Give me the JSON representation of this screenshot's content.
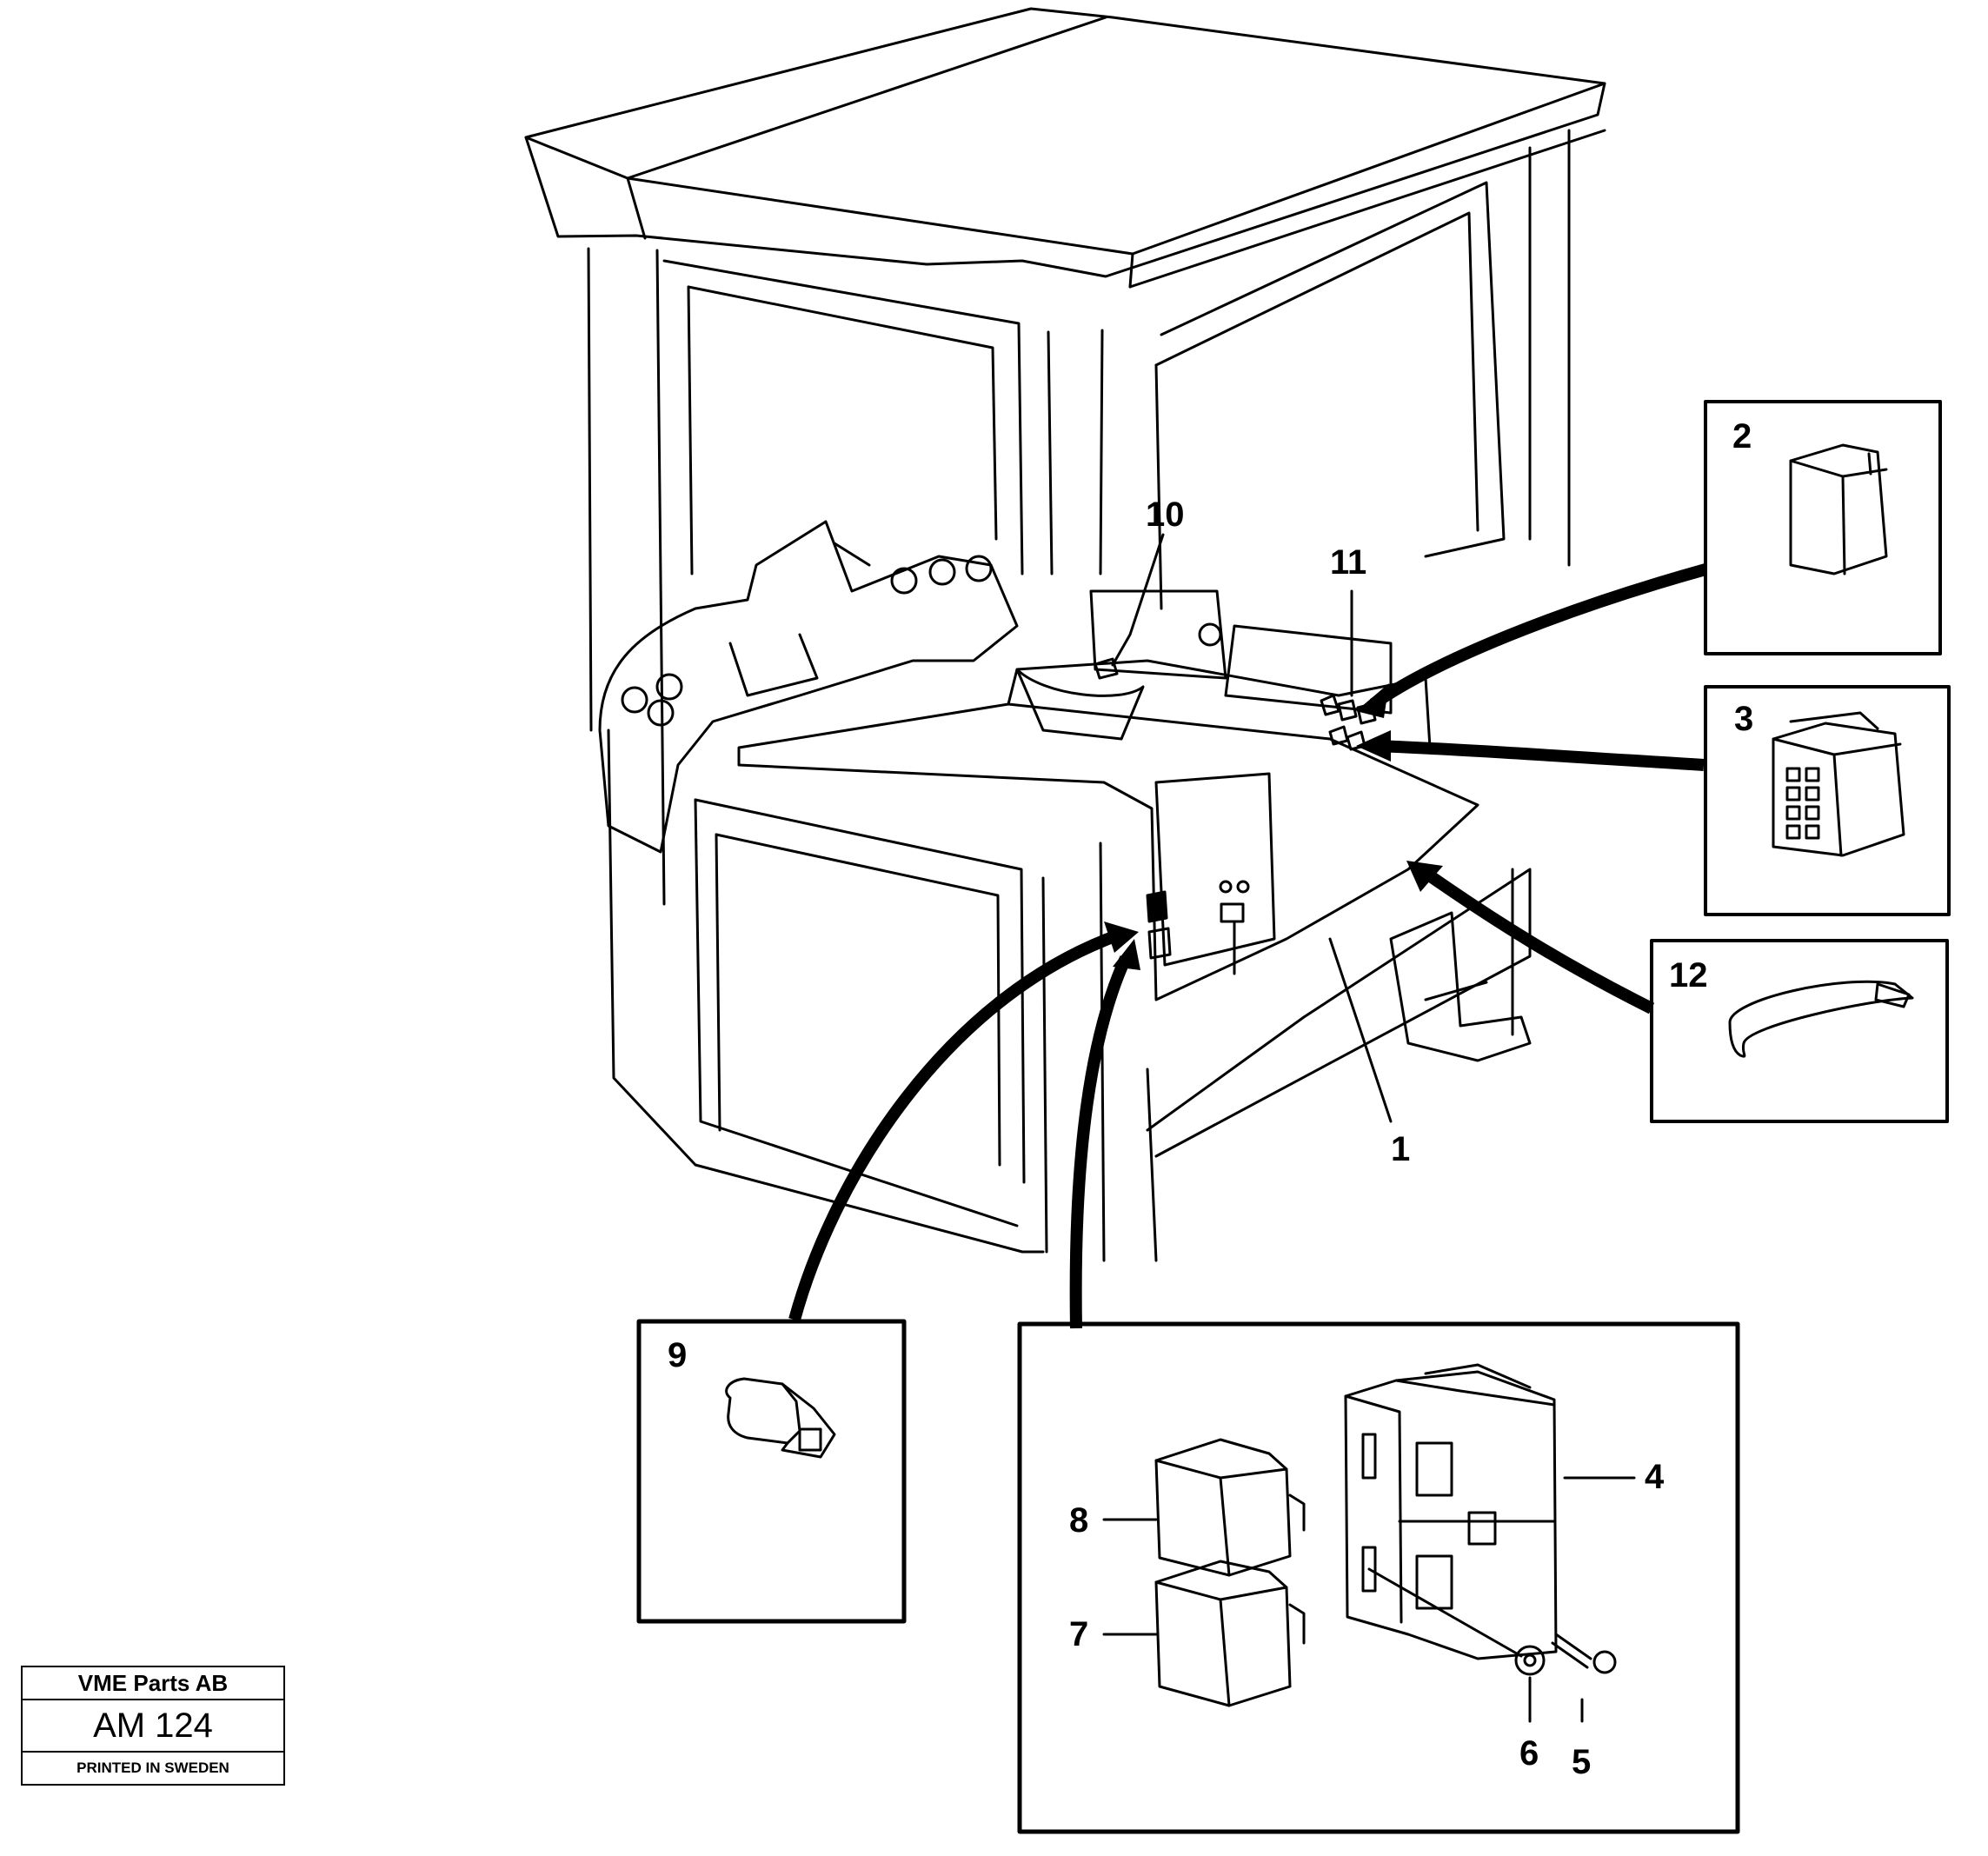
{
  "callouts": {
    "c1": "1",
    "c2": "2",
    "c3": "3",
    "c4": "4",
    "c5": "5",
    "c6": "6",
    "c7": "7",
    "c8": "8",
    "c9": "9",
    "c10": "10",
    "c11": "11",
    "c12": "12"
  },
  "stamp": {
    "company": "VME Parts AB",
    "code": "AM 124",
    "printed": "PRINTED IN SWEDEN"
  }
}
